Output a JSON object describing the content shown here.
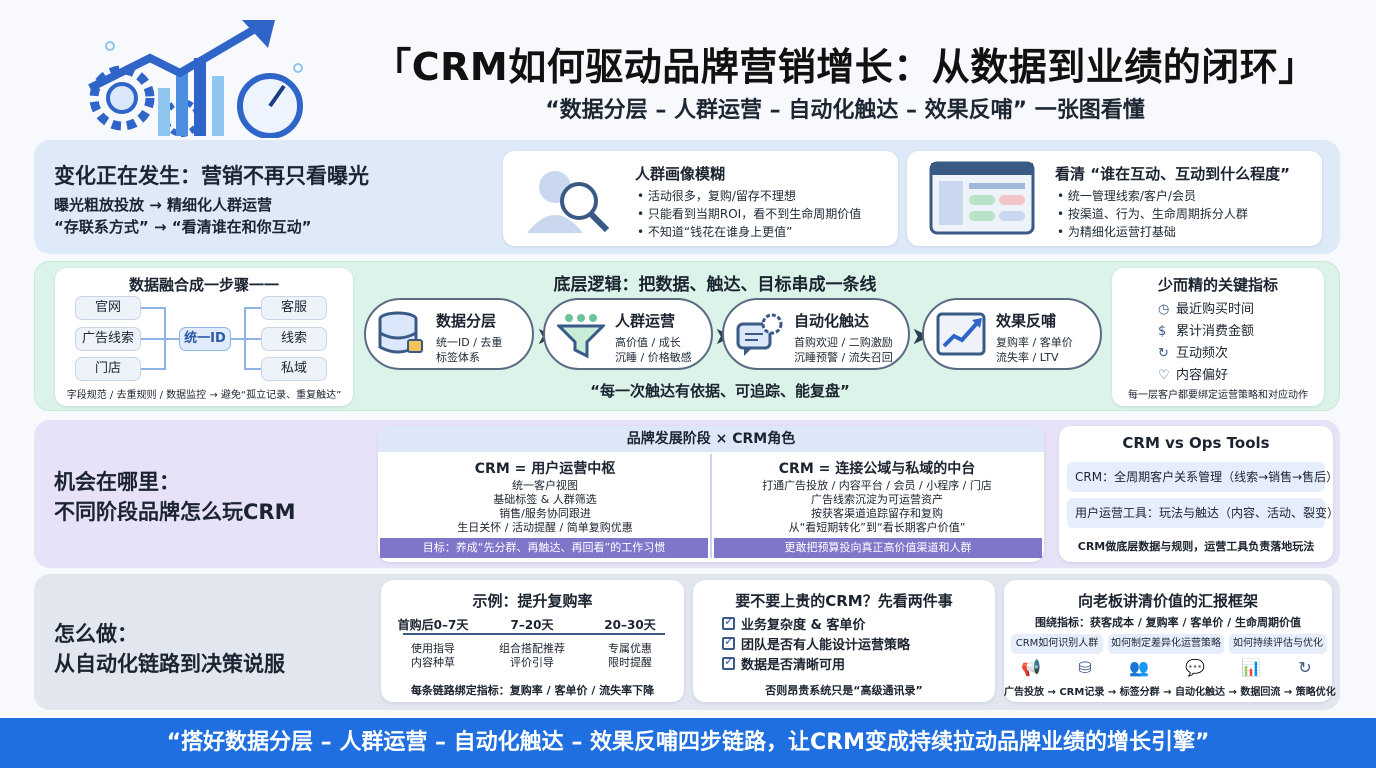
{
  "header": {
    "title": "「CRM如何驱动品牌营销增长：从数据到业绩的闭环」",
    "subtitle": "“数据分层 – 人群运营 – 自动化触达 – 效果反哺” 一张图看懂"
  },
  "band1": {
    "heading": "变化正在发生：营销不再只看曝光",
    "line1": "曝光粗放投放 → 精细化人群运营",
    "line2": "“存联系方式” → “看清谁在和你互动”",
    "card_left": {
      "title": "人群画像模糊",
      "icon": "magnifier-person-icon",
      "bullets": [
        "• 活动很多，复购/留存不理想",
        "• 只能看到当期ROI，看不到生命周期价值",
        "• 不知道“钱花在谁身上更值”"
      ]
    },
    "card_right": {
      "title": "看清 “谁在互动、互动到什么程度”",
      "icon": "dashboard-window-icon",
      "bullets": [
        "• 统一管理线索/客户/会员",
        "• 按渠道、行为、生命周期拆分人群",
        "• 为精细化运营打基础"
      ]
    }
  },
  "band2": {
    "left": {
      "title": "数据融合成一步骤一一",
      "left_pills": [
        "官网",
        "广告线索",
        "门店"
      ],
      "center_pill": "统一ID",
      "right_pills": [
        "客服",
        "线索",
        "私域"
      ],
      "footer": "字段规范 / 去重规则 / 数据监控 → 避免“孤立记录、重复触达”"
    },
    "center_title": "底层逻辑：把数据、触达、目标串成一条线",
    "steps": [
      {
        "title": "数据分层",
        "sub1": "统一ID / 去重",
        "sub2": "标签体系",
        "icon": "database-icon"
      },
      {
        "title": "人群运营",
        "sub1": "高价值 / 成长",
        "sub2": "沉睡 / 价格敏感",
        "icon": "funnel-icon"
      },
      {
        "title": "自动化触达",
        "sub1": "首购欢迎 / 二购激励",
        "sub2": "沉睡预警 / 流失召回",
        "icon": "chat-gear-icon"
      },
      {
        "title": "效果反哺",
        "sub1": "复购率 / 客单价",
        "sub2": "流失率 / LTV",
        "icon": "growth-chart-icon"
      }
    ],
    "quote": "“每一次触达有依据、可追踪、能复盘”",
    "right": {
      "title": "少而精的关键指标",
      "metrics": [
        {
          "icon": "clock-icon",
          "glyph": "◷",
          "label": "最近购买时间"
        },
        {
          "icon": "money-bag-icon",
          "glyph": "$",
          "label": "累计消费金额"
        },
        {
          "icon": "refresh-icon",
          "glyph": "↻",
          "label": "互动频次"
        },
        {
          "icon": "heart-icon",
          "glyph": "♡",
          "label": "内容偏好"
        }
      ],
      "footer": "每一层客户都要绑定运营策略和对应动作"
    }
  },
  "band3": {
    "heading1": "机会在哪里：",
    "heading2": "不同阶段品牌怎么玩CRM",
    "stage_bar": "品牌发展阶段 × CRM角色",
    "col_left": {
      "title": "CRM = 用户运营中枢",
      "lines": [
        "统一客户视图",
        "基础标签 & 人群筛选",
        "销售/服务协同跟进",
        "生日关怀 / 活动提醒 / 简单复购优惠"
      ],
      "goal": "目标：养成“先分群、再触达、再回看”的工作习惯"
    },
    "col_right": {
      "title": "CRM = 连接公域与私域的中台",
      "lines": [
        "打通广告投放 / 内容平台 / 会员 / 小程序 / 门店",
        "广告线索沉淀为可运营资产",
        "按获客渠道追踪留存和复购",
        "从“看短期转化”到“看长期客户价值”"
      ],
      "goal": "更敢把预算投向真正高价值渠道和人群"
    },
    "vs": {
      "title": "CRM vs Ops Tools",
      "row1": "CRM：全周期客户关系管理（线索→销售→售后）",
      "row2": "用户运营工具：玩法与触达（内容、活动、裂变）",
      "footer": "CRM做底层数据与规则，运营工具负责落地玩法"
    }
  },
  "band4": {
    "heading1": "怎么做：",
    "heading2": "从自动化链路到决策说服",
    "example": {
      "title": "示例：提升复购率",
      "stages": [
        {
          "label": "首购后0–7天",
          "sub": "使用指导\n内容种草"
        },
        {
          "label": "7–20天",
          "sub": "组合搭配推荐\n评价引导"
        },
        {
          "label": "20–30天",
          "sub": "专属优惠\n限时提醒"
        }
      ],
      "footer": "每条链路绑定指标：复购率 / 客单价 / 流失率下降"
    },
    "decide": {
      "title": "要不要上贵的CRM？先看两件事",
      "checks": [
        "业务复杂度 & 客单价",
        "团队是否有人能设计运营策略",
        "数据是否清晰可用"
      ],
      "footer": "否则昂贵系统只是“高级通讯录”"
    },
    "report": {
      "title": "向老板讲清价值的汇报框架",
      "metrics_line": "围绕指标：获客成本 / 复购率 / 客单价 / 生命周期价值",
      "tags": [
        "CRM如何识别人群",
        "如何制定差异化运营策略",
        "如何持续评估与优化"
      ],
      "icons": [
        "megaphone-icon",
        "database-icon",
        "group-icon",
        "chat-icon",
        "bar-chart-icon",
        "refresh-icon"
      ],
      "flow": "广告投放 → CRM记录 → 标签分群 → 自动化触达 → 数据回流 → 策略优化"
    }
  },
  "footer": {
    "text": "“搭好数据分层 – 人群运营 – 自动化触达 – 效果反哺四步链路，让CRM变成持续拉动品牌业绩的增长引擎”"
  }
}
